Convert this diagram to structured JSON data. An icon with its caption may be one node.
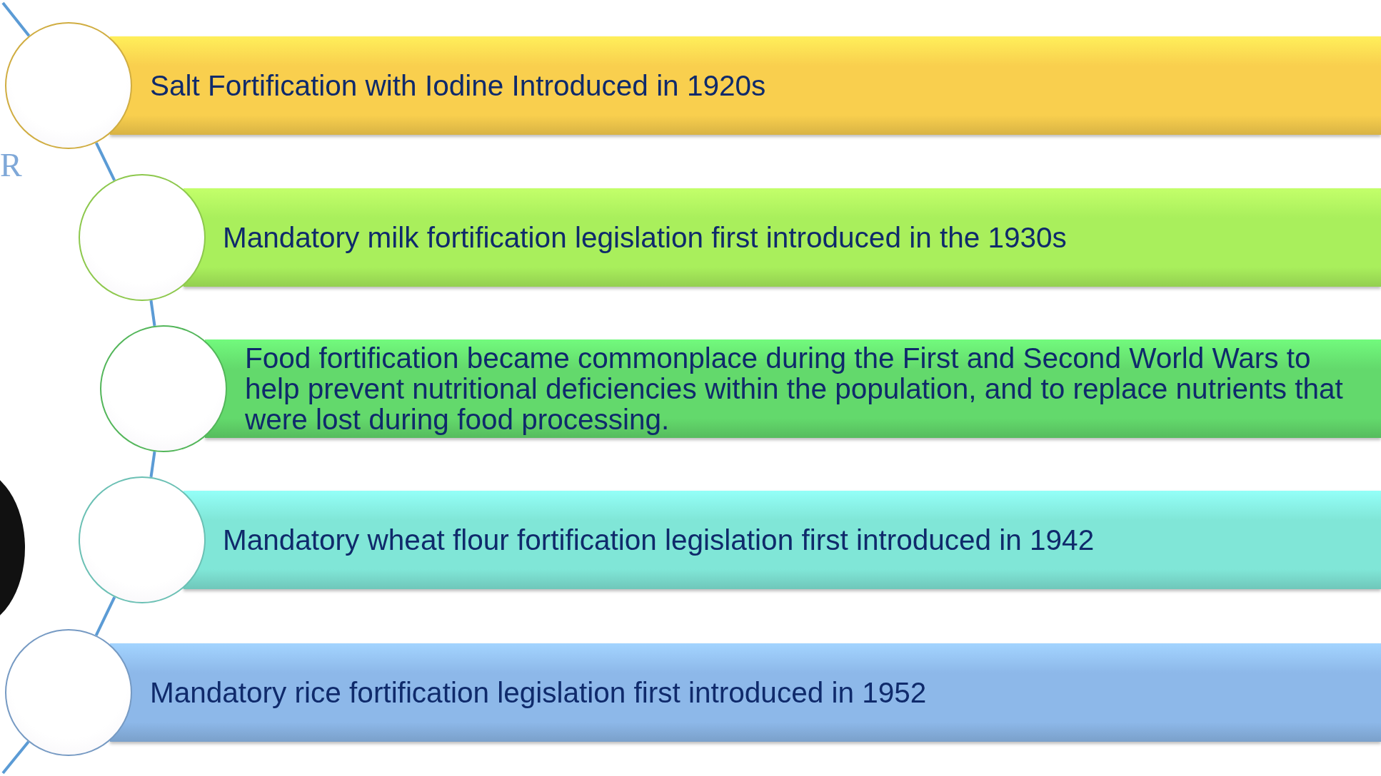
{
  "diagram": {
    "nodes": [
      {
        "text": [],
        "shape": "circle"
      },
      {
        "text": [
          "Salt Fortification with Iodine Introduced in 1920s"
        ]
      },
      {
        "text": [],
        "shape": "circle"
      },
      {
        "text": [
          "Mandatory milk fortification legislation first introduced in the 1930s"
        ]
      },
      {
        "text": [],
        "shape": "circle"
      },
      {
        "text": [
          "Food fortification became commonplace during the First and Second World Wars to help prevent nutritional deficiencies within the population, and to replace nutrients that were lost during food processing."
        ]
      },
      {
        "text": [],
        "shape": "circle"
      },
      {
        "text": [
          "Mandatory wheat flour fortification legislation first introduced in 1942"
        ]
      },
      {
        "text": [],
        "shape": "circle"
      },
      {
        "text": [
          "Mandatory rice fortification legislation first introduced in 1952"
        ]
      },
      {
        "text": [],
        "shape": "circle"
      }
    ],
    "edges": [
      {
        "from": null,
        "to": 0,
        "arrow": "none"
      },
      {
        "from": 0,
        "to": 2,
        "arrow": "none"
      },
      {
        "from": 2,
        "to": 4,
        "arrow": "none"
      },
      {
        "from": 4,
        "to": 6,
        "arrow": "none"
      },
      {
        "from": 6,
        "to": 8,
        "arrow": "none"
      },
      {
        "from": 8,
        "to": null,
        "arrow": "none"
      }
    ],
    "labels": [
      "R"
    ]
  }
}
